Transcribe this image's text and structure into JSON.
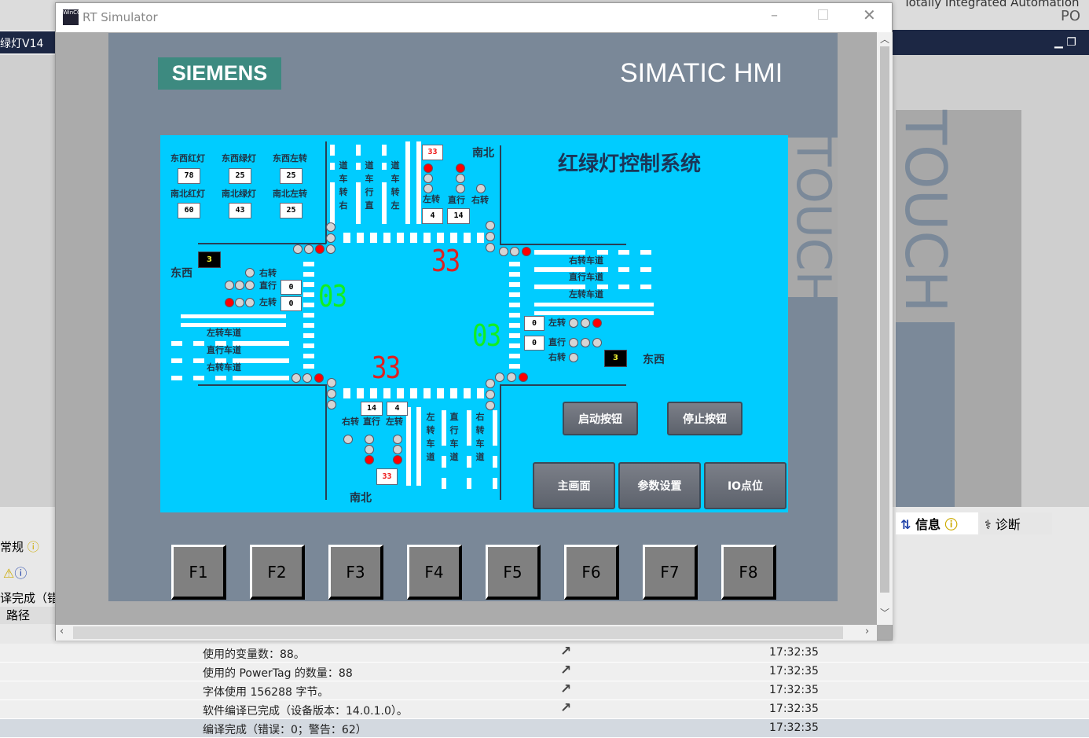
{
  "background": {
    "tia_title": "Totally Integrated Automation",
    "tia_sub": "PO",
    "project": "绿灯V14",
    "tab_general": "常规",
    "compile_short": "译完成（错",
    "path_col": "路径",
    "tab_info": "信息",
    "tab_diag": "诊断",
    "touch": "TOUCH"
  },
  "window": {
    "title": "RT Simulator",
    "icon": "wincc-icon"
  },
  "hmi": {
    "brand": "SIEMENS",
    "model": "SIMATIC HMI",
    "touch": "TOUCH",
    "brand_color": "#3d8a80",
    "screen": {
      "title": "红绿灯控制系统",
      "bg": "#00ccff",
      "params": [
        {
          "label": "东西红灯",
          "value": "78"
        },
        {
          "label": "东西绿灯",
          "value": "25"
        },
        {
          "label": "东西左转",
          "value": "25"
        },
        {
          "label": "南北红灯",
          "value": "60"
        },
        {
          "label": "南北绿灯",
          "value": "43"
        },
        {
          "label": "南北左转",
          "value": "25"
        }
      ],
      "north": {
        "label": "南北",
        "countdown": "33",
        "left_label": "左转",
        "straight_label": "直行",
        "right_label": "右转",
        "left_value": "4",
        "straight_value": "14",
        "lane1": "道车转右",
        "lane2": "道车行直",
        "lane3": "道车转左"
      },
      "south": {
        "label": "南北",
        "countdown": "33",
        "left_label": "左转",
        "straight_label": "直行",
        "right_label": "右转",
        "left_value": "4",
        "straight_value": "14",
        "lane1": "左转车道",
        "lane2": "直行车道",
        "lane3": "右转车道"
      },
      "west": {
        "label": "东西",
        "counter": "3",
        "right_label": "右转",
        "straight_label": "直行",
        "left_label": "左转",
        "straight_value": "0",
        "left_value": "0",
        "lane1": "左转车道",
        "lane2": "直行车道",
        "lane3": "右转车道"
      },
      "east": {
        "label": "东西",
        "counter": "3",
        "right_label": "右转",
        "straight_label": "直行",
        "left_label": "左转",
        "straight_value": "0",
        "left_value": "0",
        "lane1": "右转车道",
        "lane2": "直行车道",
        "lane3": "左转车道"
      },
      "big_digits": {
        "north": "33",
        "south": "33",
        "west": "03",
        "east": "03",
        "red_color": "#dd2222",
        "green_color": "#11ee22"
      },
      "lights": {
        "north_left": [
          "red",
          "off",
          "off"
        ],
        "north_straight": [
          "red",
          "off",
          "off"
        ],
        "north_right": [
          "off"
        ],
        "south_left": [
          "off",
          "off",
          "red"
        ],
        "south_straight": [
          "off",
          "off",
          "red"
        ],
        "south_right": [
          "off"
        ],
        "west_left": [
          "red",
          "off",
          "off"
        ],
        "west_straight": [
          "off",
          "off",
          "off"
        ],
        "west_right": [
          "off"
        ],
        "east_left": [
          "off",
          "off",
          "red"
        ],
        "east_straight": [
          "off",
          "off",
          "off"
        ],
        "east_right": [
          "off"
        ],
        "corner_nw_h": [
          "off",
          "off",
          "red"
        ],
        "corner_nw_v": [
          "off",
          "off",
          "off"
        ],
        "corner_ne_h": [
          "off",
          "off",
          "red"
        ],
        "corner_ne_v": [
          "off",
          "off",
          "off"
        ],
        "corner_sw_h": [
          "off",
          "off",
          "red"
        ],
        "corner_sw_v": [
          "off",
          "off",
          "off"
        ],
        "corner_se_h": [
          "off",
          "off",
          "red"
        ],
        "corner_se_v": [
          "off",
          "off",
          "off"
        ]
      },
      "start_button": "启动按钮",
      "stop_button": "停止按钮",
      "nav": [
        "主画面",
        "参数设置",
        "IO点位"
      ]
    },
    "fkeys": [
      "F1",
      "F2",
      "F3",
      "F4",
      "F5",
      "F6",
      "F7",
      "F8"
    ]
  },
  "log": [
    {
      "text": "使用的变量数：88。",
      "time": "17:32:35"
    },
    {
      "text": "使用的 PowerTag 的数量：88",
      "time": "17:32:35"
    },
    {
      "text": "字体使用 156288 字节。",
      "time": "17:32:35"
    },
    {
      "text": "软件编译已完成（设备版本：14.0.1.0）。",
      "time": "17:32:35"
    },
    {
      "text": "编译完成（错误：0；警告：62）",
      "time": "17:32:35"
    }
  ]
}
